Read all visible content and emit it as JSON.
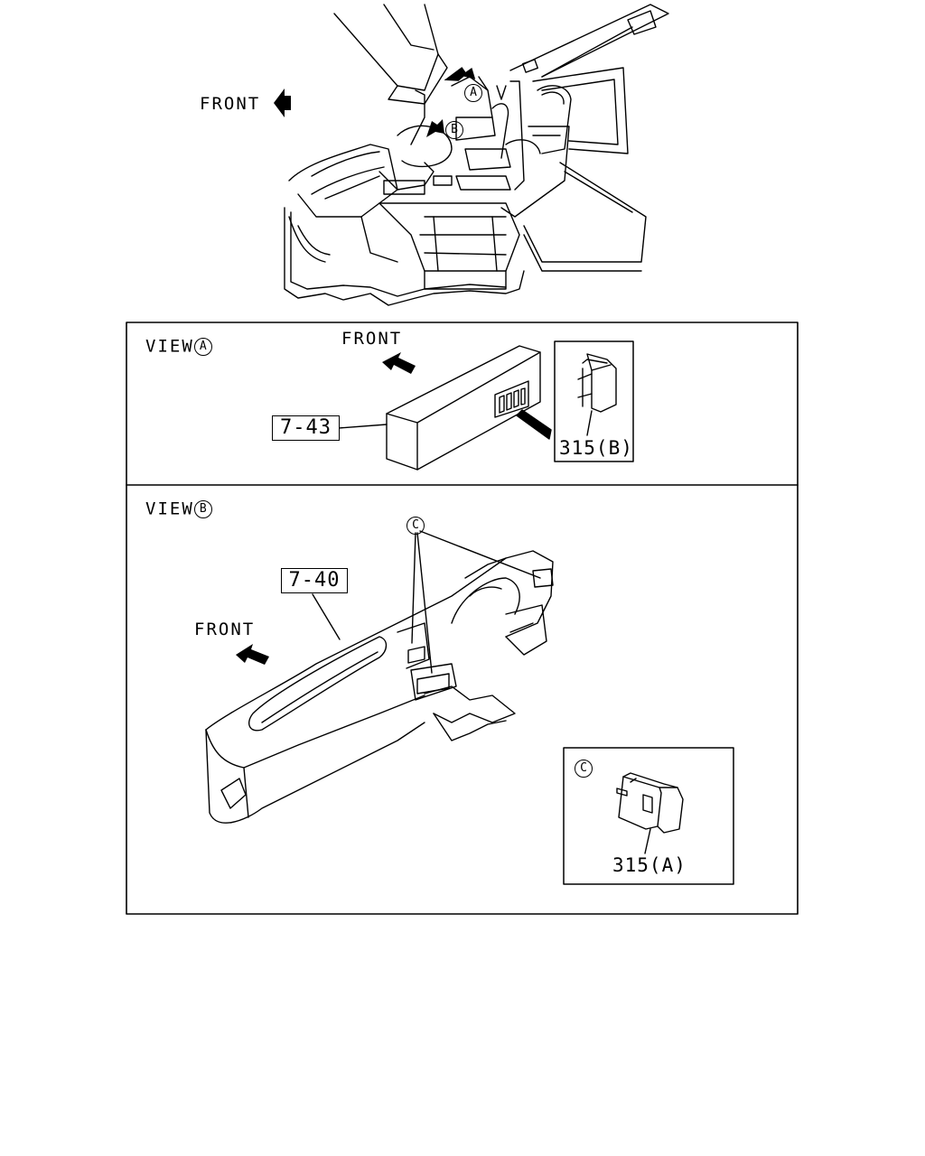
{
  "labels": {
    "front": "FRONT",
    "callout_a": "A",
    "callout_b": "B",
    "callout_c": "C",
    "view_word": "VIEW",
    "part_7_43": "7-43",
    "part_7_40": "7-40",
    "part_315b": "315(B)",
    "part_315a": "315(A)"
  },
  "icons": {
    "front_arrow": "filled-arrow-icon",
    "callout": "circled-letter-icon"
  }
}
